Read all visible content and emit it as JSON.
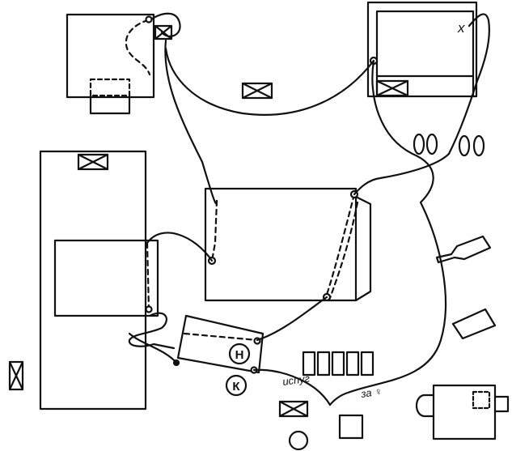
{
  "diagram": {
    "ink_color": "#111111",
    "background": "#ffffff",
    "labels": {
      "marker_h": "Н",
      "marker_k": "К",
      "annotation_left": "испуг",
      "annotation_right": "за ♀"
    },
    "icons": [
      "crossed-box-icon",
      "footprints-icon",
      "bottle-icon",
      "chair-icon",
      "circle-icon"
    ]
  }
}
